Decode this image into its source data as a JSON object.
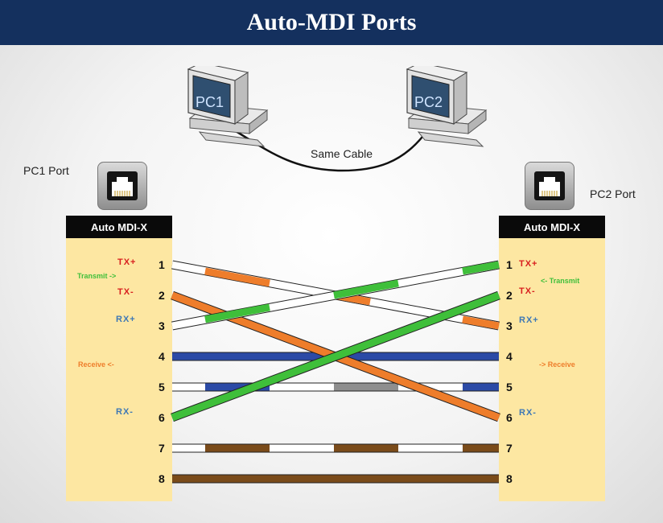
{
  "title": "Auto-MDI Ports",
  "computers": {
    "left_label": "PC1",
    "right_label": "PC2"
  },
  "cable_label": "Same Cable",
  "pc1_port_label": "PC1 Port",
  "pc2_port_label": "PC2 Port",
  "panel_header": "Auto MDI-X",
  "pins": [
    "1",
    "2",
    "3",
    "4",
    "5",
    "6",
    "7",
    "8"
  ],
  "left_signals": {
    "tx_plus": "TX+",
    "transmit": "Transmit ->",
    "tx_minus": "TX-",
    "rx_plus": "RX+",
    "receive": "Receive <-",
    "rx_minus": "RX-"
  },
  "right_signals": {
    "tx_plus": "TX+",
    "tx_minus": "TX-",
    "transmit": "<- Transmit",
    "rx_plus": "RX+",
    "receive": "-> Receive",
    "rx_minus": "RX-"
  },
  "colors": {
    "orange": "#ee7d2b",
    "green": "#3fbf3a",
    "blue": "#2b4aa6",
    "brown": "#7a4b1a",
    "gray": "#8e8e8e",
    "navy": "#14305e",
    "panel": "#fde7a2"
  }
}
